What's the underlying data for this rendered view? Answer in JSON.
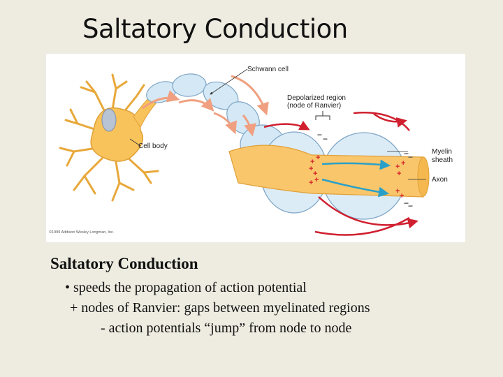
{
  "slide": {
    "title": "Saltatory Conduction"
  },
  "figure": {
    "labels": {
      "schwann_cell": "Schwann cell",
      "depolarized_region_line1": "Depolarized region",
      "depolarized_region_line2": "(node of Ranvier)",
      "cell_body": "Cell body",
      "myelin_sheath_line1": "Myelin",
      "myelin_sheath_line2": "sheath",
      "axon": "Axon"
    },
    "copyright": "©1999 Addison Wesley Longman, Inc.",
    "charges": {
      "plus": "+",
      "minus": "−"
    },
    "colors": {
      "cell_body": "#f8c35a",
      "axon": "#f9c66b",
      "myelin": "#d4e8f5",
      "current_arrow": "#2aa0c8",
      "outer_arrow": "#d02030"
    }
  },
  "body": {
    "heading": "Saltatory Conduction",
    "bullet_marker": "•",
    "point_1": "speeds the propagation of action potential",
    "point_2_marker": "+",
    "point_2": "nodes of Ranvier:  gaps between myelinated regions",
    "point_3_marker": "-",
    "point_3": "action potentials “jump” from node to node"
  }
}
